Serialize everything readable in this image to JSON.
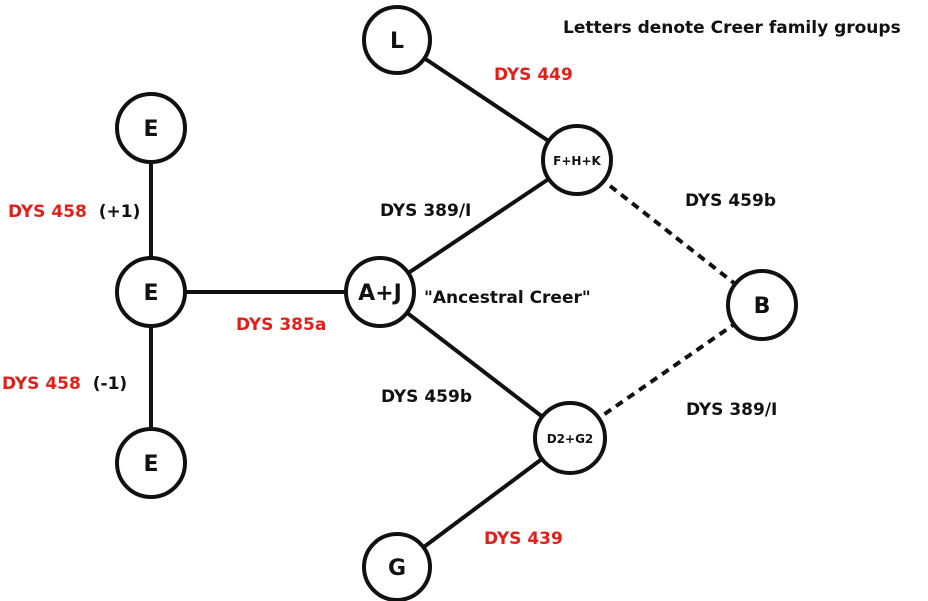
{
  "title": "Letters denote Creer family groups",
  "colors": {
    "mutation_red": "#e0201b",
    "text_dark": "#111111",
    "ancestor_fill": "#d3d3d3",
    "node_fill": "#ffffff"
  },
  "nodes": {
    "L": "L",
    "FHK": "F+H+K",
    "E_top": "E",
    "E_mid": "E",
    "E_bot": "E",
    "AJ": "A+J",
    "B": "B",
    "D2G2": "D2+G2",
    "G": "G"
  },
  "ancestral_label": "\"Ancestral Creer\"",
  "edge_labels": {
    "dys449": "DYS 449",
    "dys389_upper": "DYS 389/I",
    "dys459b_upper": "DYS 459b",
    "dys458_plus_name": "DYS 458",
    "dys458_plus_value": "(+1)",
    "dys385a": "DYS 385a",
    "dys458_minus_name": "DYS 458",
    "dys458_minus_value": "(-1)",
    "dys459b_lower": "DYS 459b",
    "dys389_lower": "DYS 389/I",
    "dys439": "DYS 439"
  }
}
